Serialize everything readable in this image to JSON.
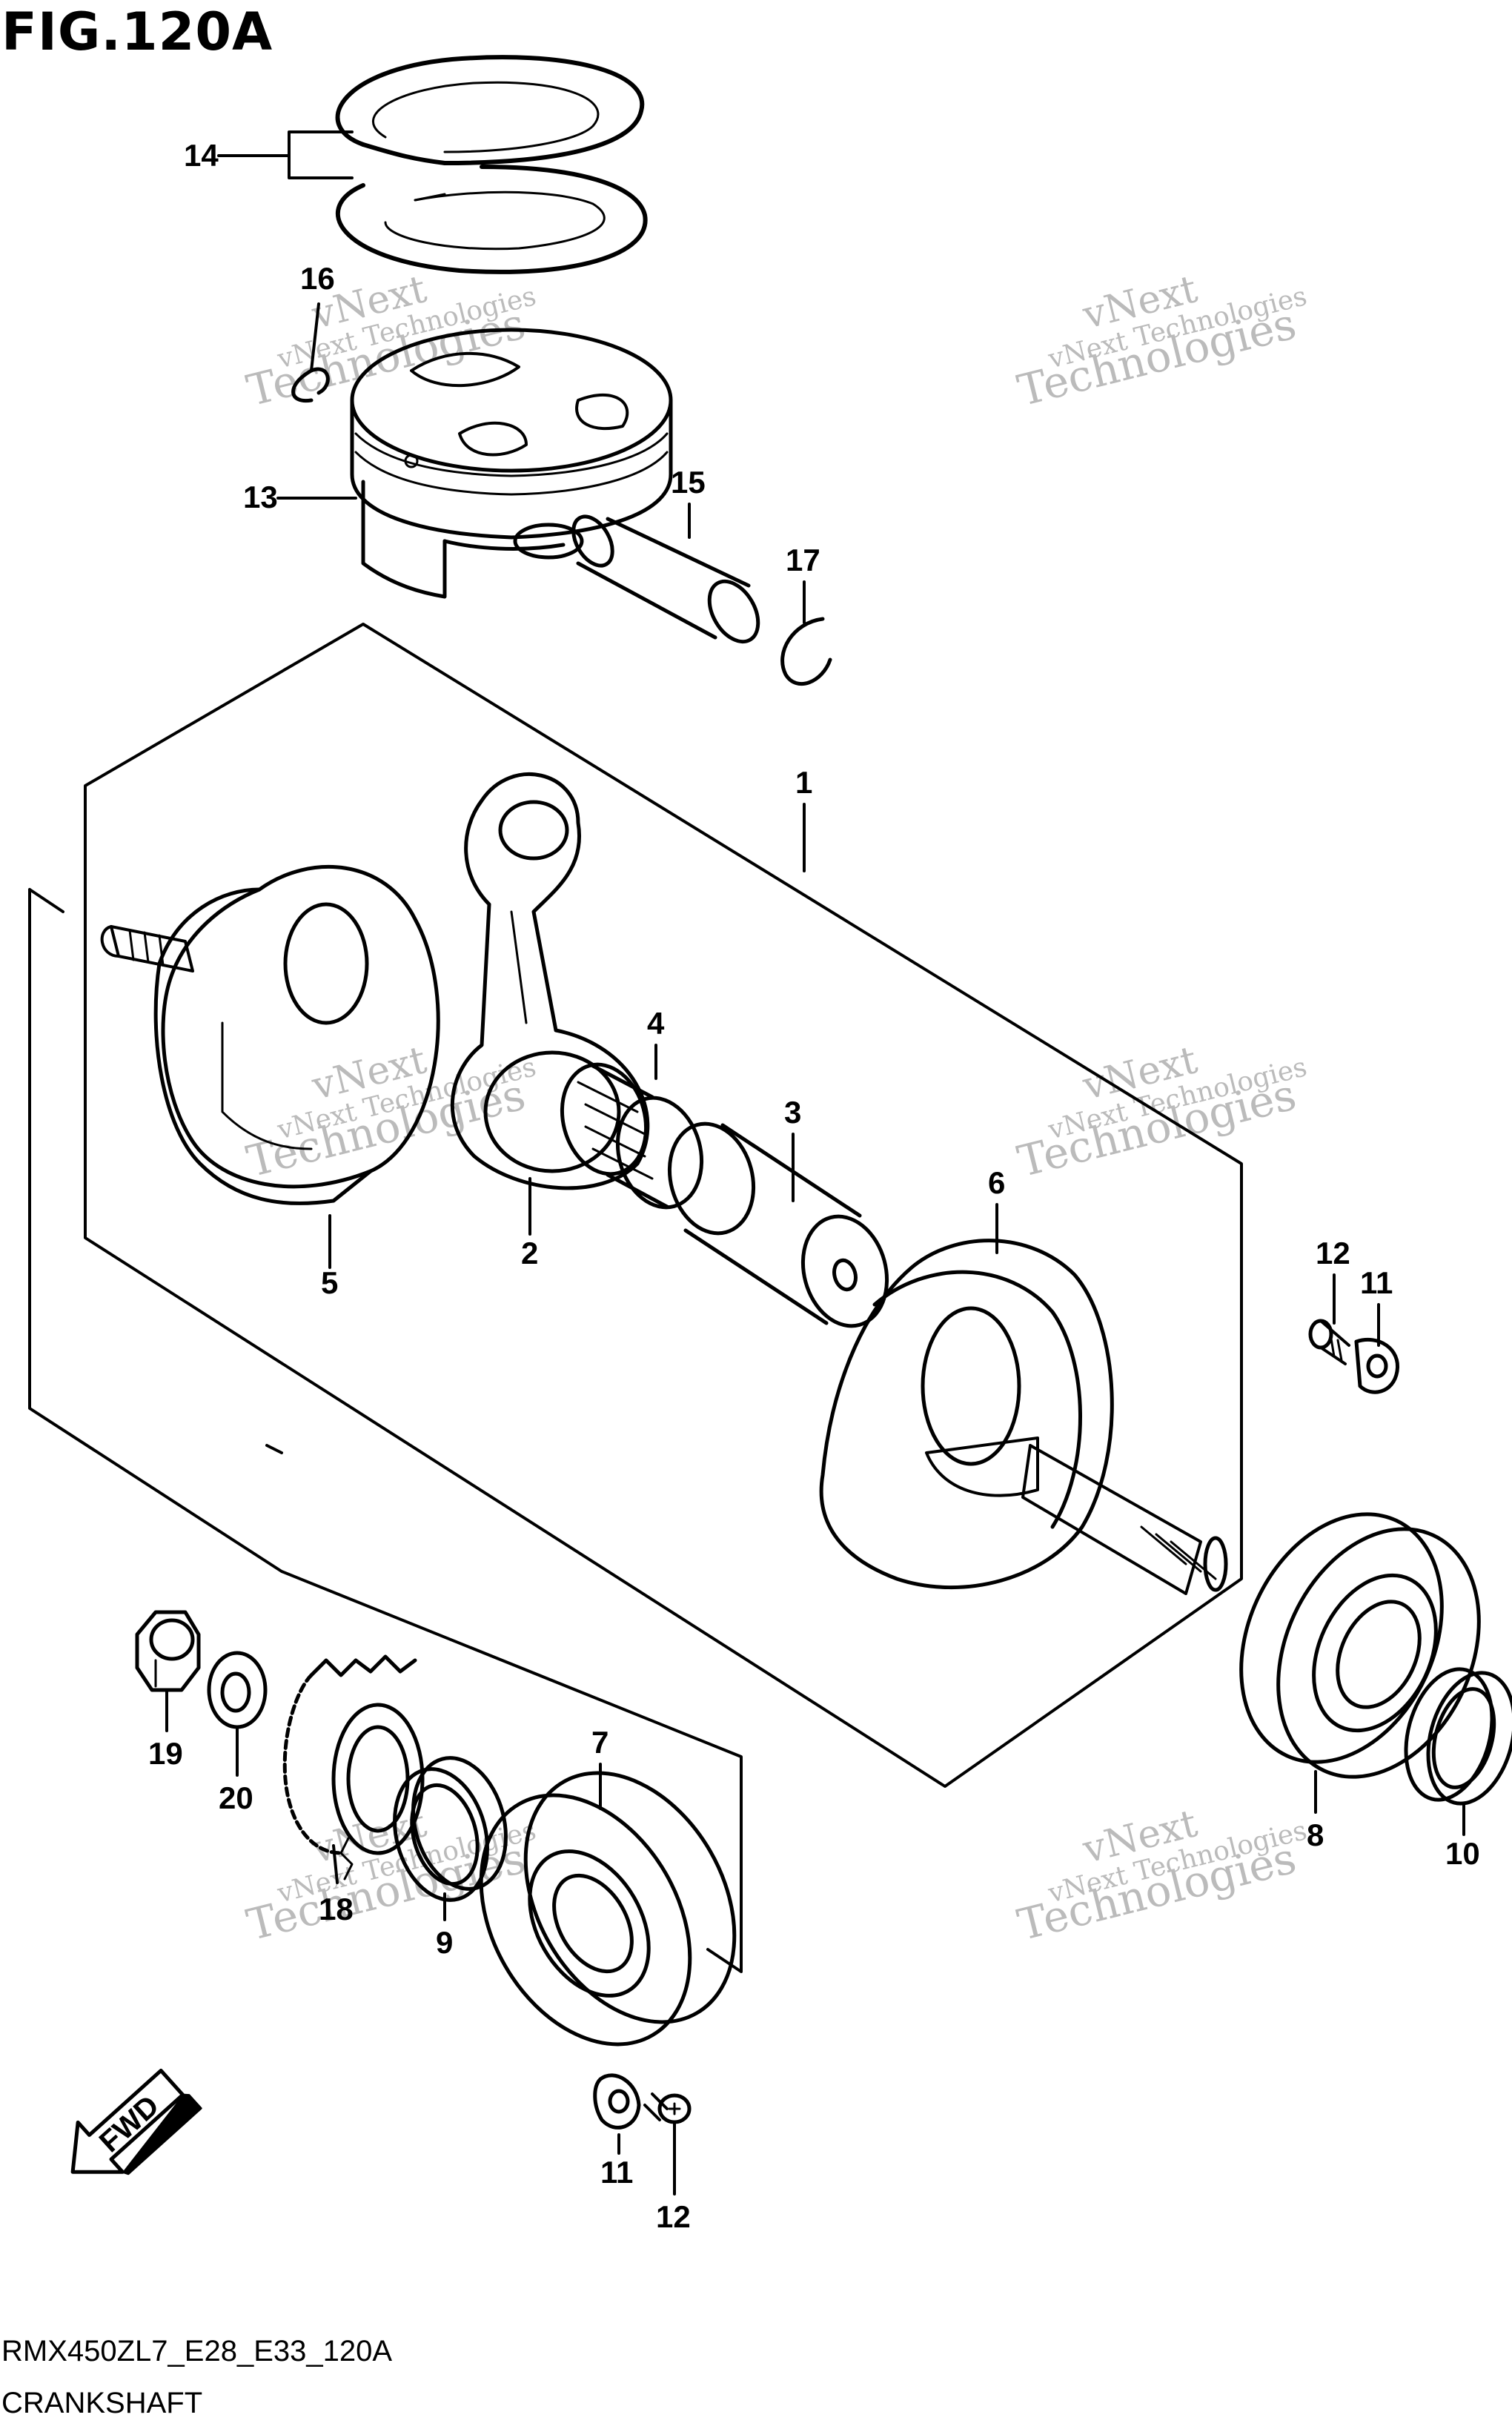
{
  "figure": {
    "title": "FIG.120A"
  },
  "footer": {
    "model_code": "RMX450ZL7_E28_E33_120A",
    "section_name": "CRANKSHAFT"
  },
  "direction_arrow": {
    "label": "FWD"
  },
  "watermark": {
    "line1": "vNext",
    "line2": "vNext Technologies",
    "line3": "Technologies"
  },
  "callouts": {
    "p1": "1",
    "p2": "2",
    "p3": "3",
    "p4": "4",
    "p5": "5",
    "p6": "6",
    "p7": "7",
    "p8": "8",
    "p9": "9",
    "p10": "10",
    "p11a": "11",
    "p11b": "11",
    "p12a": "12",
    "p12b": "12",
    "p13": "13",
    "p14": "14",
    "p15": "15",
    "p16": "16",
    "p17": "17",
    "p18": "18",
    "p19": "19",
    "p20": "20"
  }
}
